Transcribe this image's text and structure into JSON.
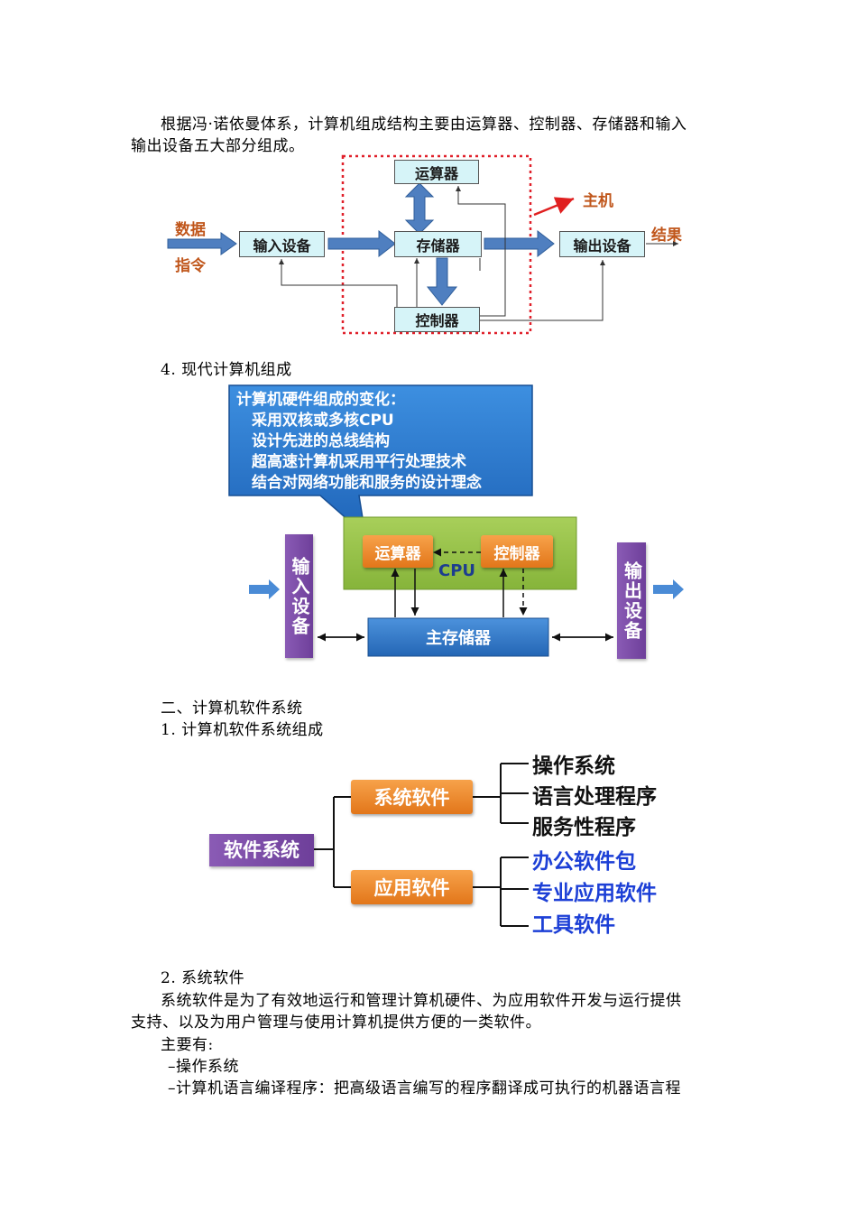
{
  "paragraph1": {
    "line1": "根据冯·诺依曼体系，计算机组成结构主要由运算器、控制器、存储器和输入",
    "line2": "输出设备五大部分组成。"
  },
  "vonneumann": {
    "input_label_1": "数据",
    "input_label_2": "指令",
    "input_device": "输入设备",
    "alu": "运算器",
    "memory": "存储器",
    "controller": "控制器",
    "output_device": "输出设备",
    "result": "结果",
    "host": "主机"
  },
  "section4": {
    "heading": "4. 现代计算机组成"
  },
  "callout": {
    "title": "计算机硬件组成的变化：",
    "items": [
      "采用双核或多核CPU",
      "设计先进的总线结构",
      "超高速计算机采用平行处理技术",
      "结合对网络功能和服务的设计理念"
    ]
  },
  "modern": {
    "input_device": "输入设备",
    "output_device": "输出设备",
    "alu": "运算器",
    "controller": "控制器",
    "cpu": "CPU",
    "main_memory": "主存储器"
  },
  "section_software": {
    "heading": "二、计算机软件系统",
    "subheading": "1. 计算机软件系统组成"
  },
  "tree": {
    "root": "软件系统",
    "system_software": "系统软件",
    "application_software": "应用软件",
    "system_items": [
      "操作系统",
      "语言处理程序",
      "服务性程序"
    ],
    "application_items": [
      "办公软件包",
      "专业应用软件",
      "工具软件"
    ],
    "colors": {
      "system_items": "#111111",
      "application_items": "#1c3fd6"
    }
  },
  "section2": {
    "heading": "2. 系统软件",
    "para_line1": "系统软件是为了有效地运行和管理计算机硬件、为应用软件开发与运行提供",
    "para_line2": "支持、以及为用户管理与使用计算机提供方便的一类软件。",
    "main_label": "主要有:",
    "item1": "–操作系统",
    "item2": "–计算机语言编译程序：把高级语言编写的程序翻译成可执行的机器语言程"
  }
}
